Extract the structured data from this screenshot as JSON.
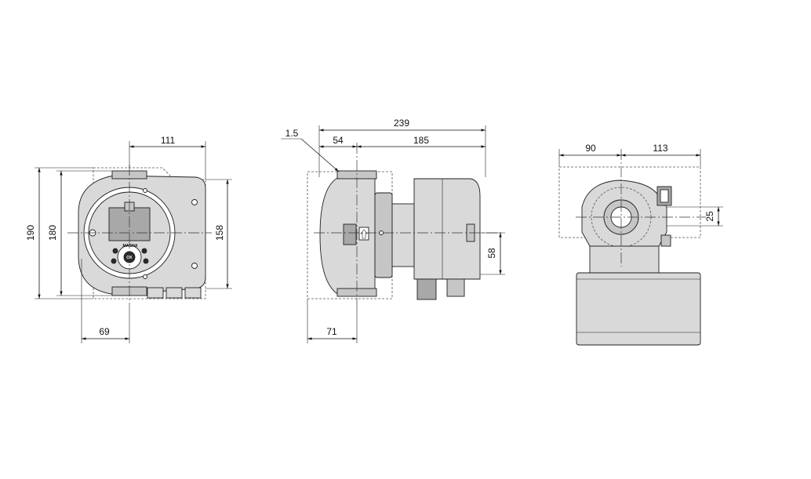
{
  "dimensions": {
    "front": {
      "d111": "111",
      "d190": "190",
      "d180": "180",
      "d158": "158",
      "d69": "69"
    },
    "side": {
      "d239": "239",
      "d1_5": "1.5",
      "d54": "54",
      "d185": "185",
      "d58": "58",
      "d71": "71"
    },
    "top": {
      "d90": "90",
      "d113": "113",
      "d25": "25"
    }
  },
  "labels": {
    "brand": "MAGNA",
    "ok_button": "OK"
  }
}
